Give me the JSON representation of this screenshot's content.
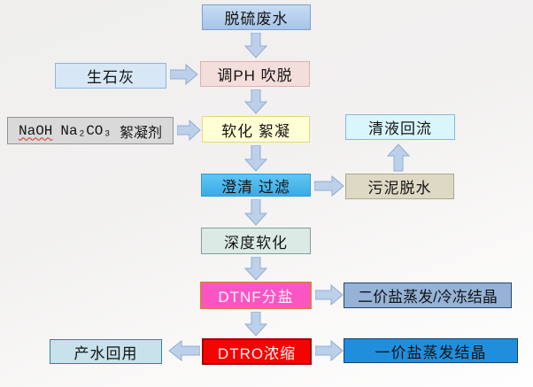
{
  "diagram": {
    "type": "process-flowchart",
    "subject": "desulfurization wastewater treatment",
    "nodes": {
      "feed": {
        "label": "脱硫废水"
      },
      "quicklime": {
        "label": "生石灰"
      },
      "ph_stripping": {
        "label": "调PH 吹脱"
      },
      "reagents": {
        "part1": "NaOH",
        "part2": "Na₂CO₃",
        "part3": "絮凝剂"
      },
      "softening": {
        "label": "软化 絮凝"
      },
      "clear_reflux": {
        "label": "清液回流"
      },
      "clarify_filter": {
        "label": "澄清 过滤"
      },
      "sludge_dewater": {
        "label": "污泥脱水"
      },
      "deep_softening": {
        "label": "深度软化"
      },
      "dtnf": {
        "label": "DTNF分盐"
      },
      "divalent_salt": {
        "label": "二价盐蒸发/冷冻结晶"
      },
      "product_water": {
        "label": "产水回用"
      },
      "dtro": {
        "label": "DTRO浓缩"
      },
      "monovalent_salt": {
        "label": "一价盐蒸发结晶"
      }
    },
    "colors": {
      "feed_fill": "#A6C5E9",
      "ph_fill": "#F3DEDC",
      "reagents_fill": "#D9D9D9",
      "softening_fill": "#FFFFD5",
      "reflux_fill": "#D9F6FD",
      "clarify_fill": "#38ABE6",
      "sludge_fill": "#DDD9C4",
      "deep_fill": "#DCEAE5",
      "dtnf_fill": "#FB55C3",
      "dtnf_border": "#E8734F",
      "divalent_fill": "#95B3D7",
      "product_fill": "#C7E2EB",
      "dtro_fill": "#F60203",
      "monovalent_fill": "#1F8FDD",
      "arrow_fill": "#BDD0EA",
      "misspell_underline": "#D93025"
    }
  }
}
